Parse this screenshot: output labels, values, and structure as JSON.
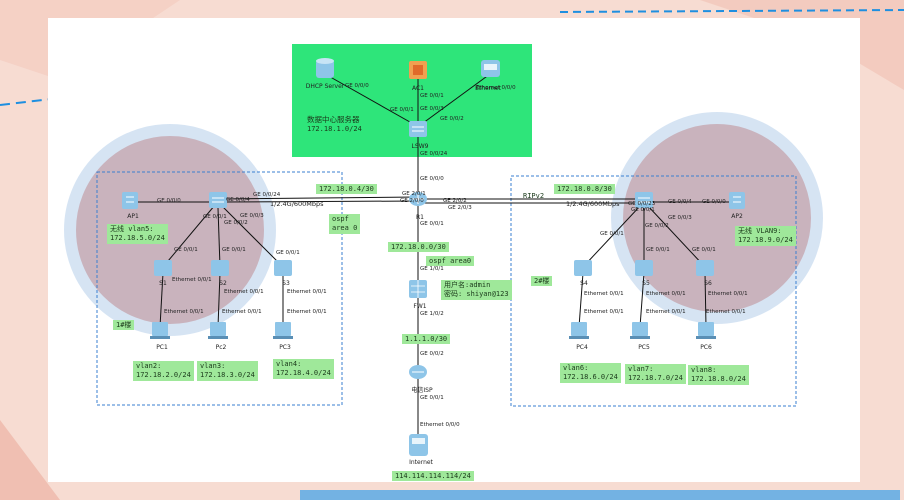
{
  "datacenter": {
    "title": "数据中心服务器",
    "subnet": "172.18.1.0/24"
  },
  "devices": {
    "dhcp": "DHCP Server",
    "ac1": "AC1",
    "ethernet": "Ethernet",
    "lsw9": "LSW9",
    "r1": "R1",
    "fw1": "FW1",
    "isp": "电信ISP",
    "internet": "Internet",
    "ap1": "AP1",
    "ap2": "AP2",
    "sw1": "S1",
    "sw2": "S2",
    "sw3": "S3",
    "sw4": "S4",
    "sw5": "S5",
    "sw6": "S6",
    "pc1": "PC1",
    "pc2": "Pc2",
    "pc3": "PC3",
    "pc4": "PC4",
    "pc5": "PC5",
    "pc6": "PC6"
  },
  "ports": {
    "dhcp_ge": "GE 0/0/0",
    "ac1_ge": "GE 0/0/1",
    "eth_ge": "Ethernet 0/0/0",
    "lsw9_1": "GE 0/0/1",
    "lsw9_3": "GE 0/0/3",
    "lsw9_2": "GE 0/0/2",
    "lsw9_24": "GE 0/0/24",
    "r1_0": "GE 0/0/0",
    "r1_21": "GE 2/0/1",
    "r1_20": "GE 2/0/0",
    "r1_22": "GE 2/0/2",
    "r1_23": "GE 2/0/3",
    "r1_01": "GE 0/0/1",
    "fw_11": "GE 1/0/1",
    "fw_12": "GE 1/0/2",
    "isp_02": "GE 0/0/2",
    "isp_01": "GE 0/0/1",
    "inet_eth": "Ethernet 0/0/0",
    "sw7_24": "GE 0/0/24",
    "sw7_4": "GE 0/0/4",
    "sw7_1": "GE 0/0/1",
    "sw7_2": "GE 0/0/2",
    "sw7_3": "GE 0/0/3",
    "ap1_ge": "GE 0/0/0",
    "sw1_up": "GE 0/0/1",
    "sw1_eth": "Ethernet 0/0/1",
    "sw1_dn": "Ethernet 0/0/1",
    "sw2_up": "GE 0/0/1",
    "sw2_eth": "Ethernet 0/0/1",
    "sw2_dn": "Ethernet 0/0/1",
    "sw3_up": "GE 0/0/1",
    "sw3_eth": "Ethernet 0/0/1",
    "sw3_dn": "Ethernet 0/0/1",
    "sw8_23": "GE 0/0/23",
    "sw8_4": "GE 0/0/4",
    "sw8_1": "GE 0/0/1",
    "sw8_2": "GE 0/0/2",
    "sw8_3": "GE 0/0/3",
    "ap2_ge": "GE 0/0/0",
    "sw4_up": "GE 0/0/1",
    "sw4_dn": "Ethernet 0/0/1",
    "sw4_pc": "Ethernet 0/0/1",
    "sw5_up": "GE 0/0/1",
    "sw5_dn": "Ethernet 0/0/1",
    "sw5_pc": "Ethernet 0/0/1",
    "sw6_up": "GE 0/0/1",
    "sw6_dn": "Ethernet 0/0/1",
    "sw6_pc": "Ethernet 0/0/1"
  },
  "links": {
    "left_speed": "1/2.4G/600Mbps",
    "right_speed": "1/2.4G/600Mbps"
  },
  "labels": {
    "left_wan": "172.18.0.4/30",
    "right_wan": "172.18.0.8/30",
    "ripv2": "RIPv2",
    "ospf0": "ospf\narea 0",
    "fw_link": "172.18.0.0/30",
    "ospf_area0": "ospf area0",
    "creds": "用户名:admin\n密码: shiyan@123",
    "isp_link": "1.1.1.0/30",
    "internet_net": "114.114.114.114/24",
    "wireless_left": "无线 vlan5:\n172.18.5.0/24",
    "wireless_right": "无线 VLAN9:\n172.18.9.0/24",
    "building1": "1#楼",
    "building2": "2#楼",
    "vlan2": "vlan2:\n172.18.2.0/24",
    "vlan3": "vlan3:\n172.18.3.0/24",
    "vlan4": "vlan4:\n172.18.4.0/24",
    "vlan6": "vlan6:\n172.18.6.0/24",
    "vlan7": "vlan7:\n172.18.7.0/24",
    "vlan8": "vlan8:\n172.18.8.0/24"
  },
  "colors": {
    "datacenter": "#2ee57a",
    "tag": "#9fe89a",
    "device": "#8ec5e8",
    "dashed": "#3a7fd0"
  }
}
